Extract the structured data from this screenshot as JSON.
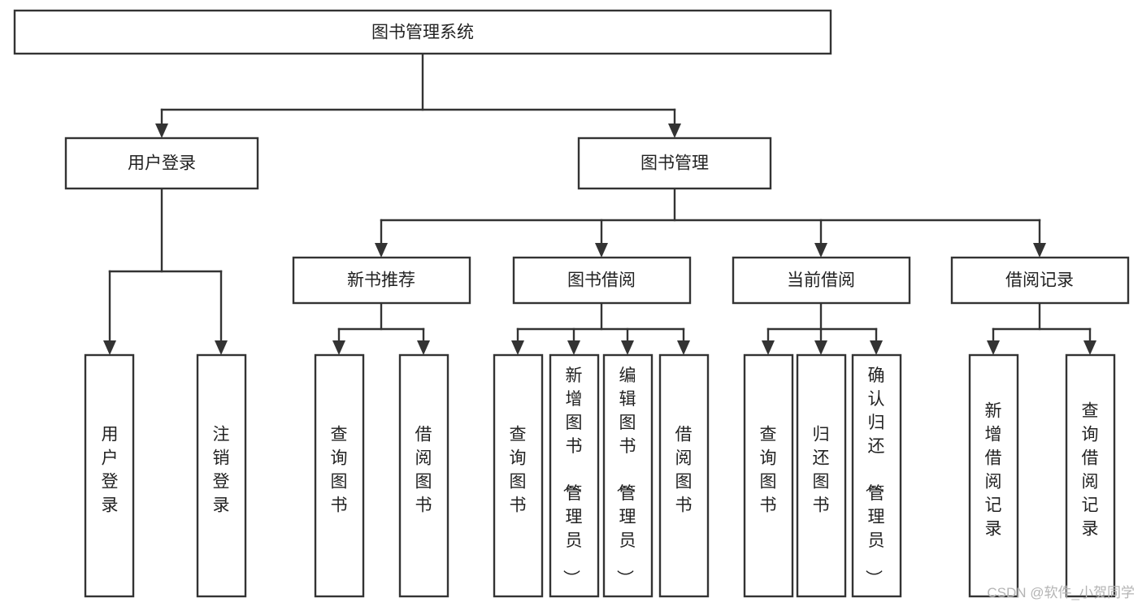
{
  "diagram": {
    "title_node": {
      "id": "root",
      "label": "图书管理系统",
      "orientation": "horizontal"
    },
    "level2": [
      {
        "id": "user-login",
        "label": "用户登录",
        "orientation": "horizontal"
      },
      {
        "id": "book-manage",
        "label": "图书管理",
        "orientation": "horizontal"
      }
    ],
    "level3": [
      {
        "id": "new-book-recommend",
        "label": "新书推荐",
        "orientation": "horizontal",
        "parent": "book-manage"
      },
      {
        "id": "book-borrow",
        "label": "图书借阅",
        "orientation": "horizontal",
        "parent": "book-manage"
      },
      {
        "id": "current-borrow",
        "label": "当前借阅",
        "orientation": "horizontal",
        "parent": "book-manage"
      },
      {
        "id": "borrow-record",
        "label": "借阅记录",
        "orientation": "horizontal",
        "parent": "book-manage"
      }
    ],
    "leaves": [
      {
        "id": "leaf-user-login",
        "label": "用户登录",
        "orientation": "vertical",
        "parent": "user-login"
      },
      {
        "id": "leaf-user-logout",
        "label": "注销登录",
        "orientation": "vertical",
        "parent": "user-login"
      },
      {
        "id": "leaf-query-book-1",
        "label": "查询图书",
        "orientation": "vertical",
        "parent": "new-book-recommend"
      },
      {
        "id": "leaf-borrow-book-1",
        "label": "借阅图书",
        "orientation": "vertical",
        "parent": "new-book-recommend"
      },
      {
        "id": "leaf-query-book-2",
        "label": "查询图书",
        "orientation": "vertical",
        "parent": "book-borrow"
      },
      {
        "id": "leaf-add-book",
        "label": "新增图书（管理员）",
        "orientation": "vertical",
        "parent": "book-borrow"
      },
      {
        "id": "leaf-edit-book",
        "label": "编辑图书（管理员）",
        "orientation": "vertical",
        "parent": "book-borrow"
      },
      {
        "id": "leaf-borrow-book-2",
        "label": "借阅图书",
        "orientation": "vertical",
        "parent": "book-borrow"
      },
      {
        "id": "leaf-query-book-3",
        "label": "查询图书",
        "orientation": "vertical",
        "parent": "current-borrow"
      },
      {
        "id": "leaf-return-book",
        "label": "归还图书",
        "orientation": "vertical",
        "parent": "current-borrow"
      },
      {
        "id": "leaf-confirm-return",
        "label": "确认归还（管理员）",
        "orientation": "vertical",
        "parent": "current-borrow"
      },
      {
        "id": "leaf-add-record",
        "label": "新增借阅记录",
        "orientation": "vertical",
        "parent": "borrow-record"
      },
      {
        "id": "leaf-query-record",
        "label": "查询借阅记录",
        "orientation": "vertical",
        "parent": "borrow-record"
      }
    ],
    "watermark": "CSDN @软件_小贺同学",
    "colors": {
      "box_stroke": "#333333",
      "box_fill": "#ffffff",
      "text": "#222222",
      "watermark": "#b4b4b4",
      "background": "#ffffff"
    }
  }
}
